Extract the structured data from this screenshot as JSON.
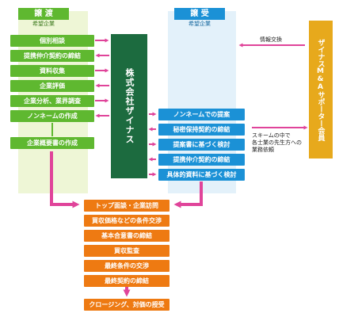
{
  "seller": {
    "title": "譲 渡",
    "subtitle": "希望企業",
    "steps": [
      "個別相談",
      "提携仲介契約の締結",
      "資料収集",
      "企業評価",
      "企業分析、業界調査",
      "ノンネームの作成",
      "企業概要書の作成"
    ]
  },
  "buyer": {
    "title": "譲 受",
    "subtitle": "希望企業",
    "steps": [
      "ノンネームでの提案",
      "秘密保持契約の締結",
      "提案書に基づく検討",
      "提携仲介契約の締結",
      "具体的資料に基づく検討"
    ]
  },
  "center": {
    "label": "株式会社ザイナス"
  },
  "supporter": {
    "label": "ザイナスM&Aサポーター会員",
    "info_label": "情報交換",
    "note": "スキームの中で\n各士業の先生方への\n業務依頼"
  },
  "process": {
    "steps": [
      "トップ面談・企業訪問",
      "買収価格などの条件交渉",
      "基本合意書の締結",
      "買収監査",
      "最終条件の交渉",
      "最終契約の締結",
      "クロージング、対価の授受"
    ]
  },
  "colors": {
    "seller": "#5fb830",
    "buyer": "#1b91d6",
    "process": "#ee7a12",
    "center": "#1c6b3f",
    "supporter": "#e7a91c",
    "arrow": "#e0449a"
  }
}
